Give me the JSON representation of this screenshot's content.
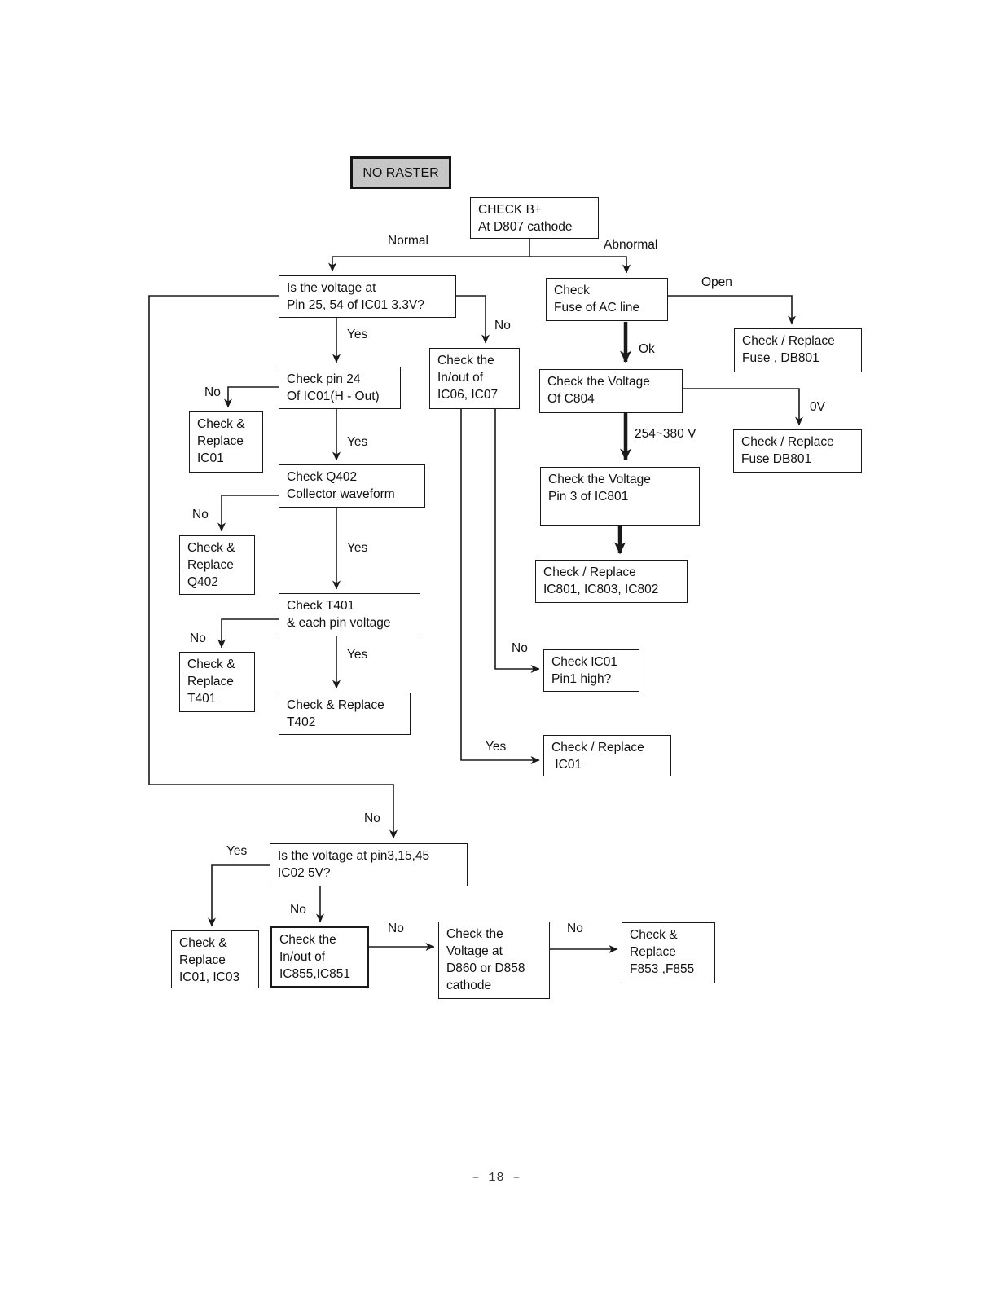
{
  "page": {
    "footer_page_number": "– 18 –"
  },
  "colors": {
    "line": "#1a1a1a",
    "terminal_fill": "#c6c6c6"
  },
  "diagram": {
    "nodes": {
      "no_raster": "NO RASTER",
      "check_b_plus": "CHECK B+\nAt D807 cathode",
      "voltage_ic01_q": "Is the voltage at\nPin 25, 54 of IC01 3.3V?",
      "check_pin24": "Check pin 24\nOf IC01(H - Out)",
      "replace_ic01": "Check &\nReplace\nIC01",
      "check_q402": "Check Q402\nCollector waveform",
      "replace_q402": "Check &\nReplace\nQ402",
      "check_t401": "Check T401\n& each pin voltage",
      "replace_t401": "Check &\nReplace\nT401",
      "replace_t402": "Check & Replace\nT402",
      "check_io_ic06_ic07": "Check the\nIn/out of\nIC06, IC07",
      "check_ic01_pin1": "Check IC01\nPin1 high?",
      "replace_ic01_b": "Check / Replace\n IC01",
      "check_fuse_ac": "Check\nFuse of AC line",
      "replace_fuse_db801_a": "Check / Replace\nFuse , DB801",
      "check_voltage_c804": "Check the Voltage\nOf C804",
      "replace_fuse_db801_b": "Check / Replace\nFuse DB801",
      "check_voltage_ic801": "Check the Voltage\nPin 3 of IC801",
      "replace_ic801": "Check / Replace\nIC801, IC803, IC802",
      "voltage_ic02_q": "Is the voltage at pin3,15,45\nIC02 5V?",
      "replace_ic01_ic03": "Check &\nReplace\nIC01, IC03",
      "check_io_ic855_ic851": "Check the\nIn/out of\nIC855,IC851",
      "check_voltage_d860": "Check the\nVoltage at\nD860 or D858\ncathode",
      "replace_f853_f855": "Check &\nReplace\nF853 ,F855"
    },
    "labels": {
      "normal": "Normal",
      "abnormal": "Abnormal",
      "yes_to_pin24": "Yes",
      "no_to_ic06": "No",
      "no_to_cr_ic01": "No",
      "yes_to_q402": "Yes",
      "no_to_cr_q402": "No",
      "yes_to_t401": "Yes",
      "no_to_cr_t401": "No",
      "yes_to_cr_t402": "Yes",
      "no_to_ic01_pin1": "No",
      "yes_to_cr_ic01": "Yes",
      "open_to_fuse": "Open",
      "ok_to_c804": "Ok",
      "zero_v": "0V",
      "volts_254_380": "254~380 V",
      "no_to_ic02": "No",
      "yes_to_cr_ic01_ic03": "Yes",
      "no_to_ic855": "No",
      "no_to_d860": "No",
      "no_to_f853": "No"
    }
  }
}
